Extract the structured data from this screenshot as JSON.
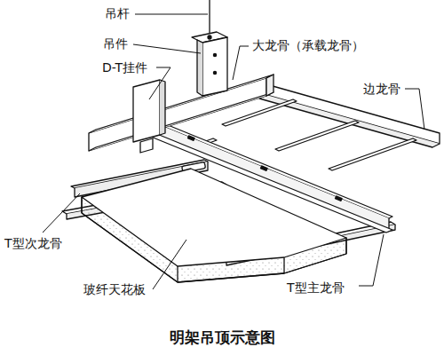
{
  "diagram": {
    "caption": "明架吊顶示意图",
    "labels": [
      "吊杆",
      "吊件",
      "D-T挂件",
      "大龙骨（承载龙骨）",
      "边龙骨",
      "T型次龙骨",
      "玻纤天花板",
      "T型主龙骨"
    ]
  }
}
